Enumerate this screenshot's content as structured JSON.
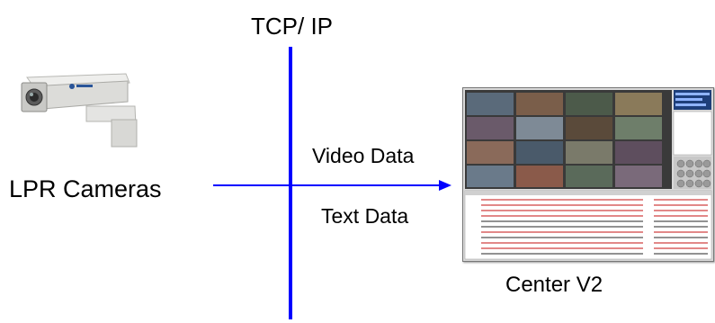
{
  "labels": {
    "protocol": "TCP/ IP",
    "cameras": "LPR Cameras",
    "video": "Video Data",
    "text": "Text Data",
    "center": "Center V2"
  },
  "colors": {
    "line": "#0000ff",
    "text": "#000000"
  },
  "icons": {
    "camera": "security-camera-icon",
    "screenshot": "center-v2-screenshot"
  }
}
